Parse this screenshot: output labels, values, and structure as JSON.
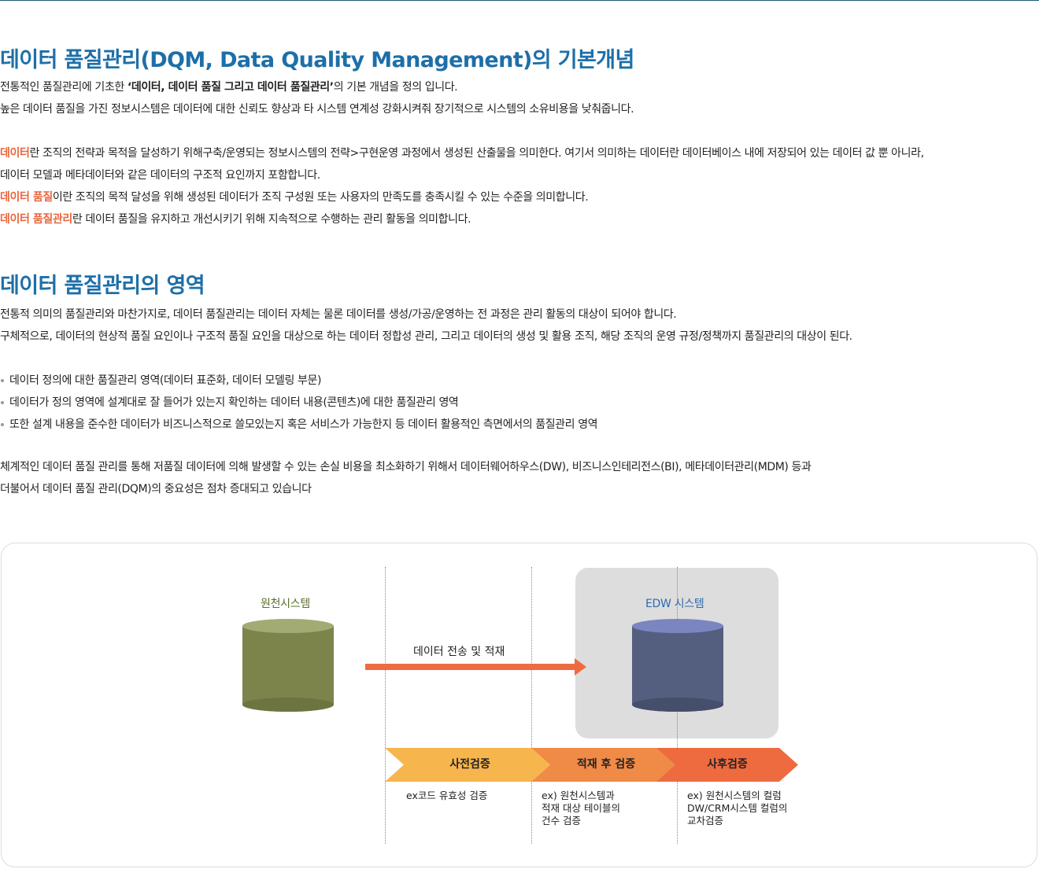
{
  "section1": {
    "title": "데이터 품질관리(DQM, Data Quality Management)의 기본개념",
    "intro_line1_pre": "전통적인 품질관리에 기초한 ",
    "intro_line1_bold": "‘데이터, 데이터 품질 그리고 데이터 품질관리’",
    "intro_line1_post": "의 기본 개념을 정의 입니다.",
    "intro_line2": "높은 데이터 품질을 가진 정보시스템은 데이터에 대한 신뢰도 향상과 타 시스템 연계성 강화시켜줘 장기적으로 시스템의 소유비용을 낮춰줍니다.",
    "def1_term": "데이터",
    "def1_text": "란 조직의 전략과 목적을 달성하기 위해구축/운영되는 정보시스템의 전략>구현운영 과정에서 생성된 산출물을 의미한다. 여기서 의미하는 데이터란 데이터베이스 내에 저장되어 있는 데이터 값 뿐 아니라,",
    "def1_text2": "데이터 모델과 메타데이터와 같은 데이터의 구조적 요인까지 포함합니다.",
    "def2_term": "데이터 품질",
    "def2_text": "이란 조직의 목적 달성을 위해 생성된 데이터가 조직 구성원 또는 사용자의 만족도를 충족시킬 수 있는 수준을 의미합니다.",
    "def3_term": "데이터 품질관리",
    "def3_text": "란 데이터 품질을 유지하고 개선시키기 위해 지속적으로 수행하는 관리 활동을 의미합니다."
  },
  "section2": {
    "title": "데이터 품질관리의 영역",
    "p1": "전통적 의미의 품질관리와 마찬가지로, 데이터 품질관리는 데이터 자체는 물론 데이터를 생성/가공/운영하는 전 과정은 관리 활동의 대상이 되어야 합니다.",
    "p2": "구체적으로, 데이터의 현상적 품질 요인이나 구조적 품질 요인을 대상으로 하는 데이터 정합성 관리, 그리고 데이터의 생성 및 활용 조직, 해당 조직의 운영 규정/정책까지 품질관리의 대상이 된다.",
    "bullets": [
      "데이터 정의에 대한 품질관리 영역(데이터 표준화, 데이터 모델링 부문)",
      "데이터가 정의 영역에 설계대로 잘 들어가 있는지 확인하는 데이터 내용(콘텐츠)에 대한 품질관리 영역",
      "또한 설계 내용을 준수한 데이터가 비즈니스적으로 쓸모있는지 혹은 서비스가 가능한지 등 데이터 활용적인 측면에서의 품질관리 영역"
    ],
    "closing1": "체계적인 데이터 품질 관리를 통해 저품질 데이터에 의해 발생할 수 있는 손실 비용을 최소화하기 위해서 데이터웨어하우스(DW), 비즈니스인테리전스(BI), 메타데이터관리(MDM) 등과",
    "closing2": "더불어서 데이터 품질 관리(DQM)의 중요성은 점차 증대되고 있습니다"
  },
  "diagram": {
    "source_label": "원천시스템",
    "edw_label": "EDW 시스템",
    "arrow_label": "데이터 전송 및 적재",
    "stages": [
      {
        "label": "사전검증",
        "note": [
          "ex코드 유효성 검증"
        ],
        "color": "#f7b54d"
      },
      {
        "label": "적재 후 검증",
        "note": [
          "ex) 원천시스템과",
          "적재 대상 테이블의",
          "건수 검증"
        ],
        "color": "#f08a47"
      },
      {
        "label": "사후검증",
        "note": [
          "ex) 원천시스템의 컬럼",
          "DW/CRM시스템 컬럼의",
          "교차검증"
        ],
        "color": "#ee6b40"
      }
    ],
    "colors": {
      "source_cyl": "#7c844b",
      "source_cyl_top": "#a3ab74",
      "edw_cyl": "#545e7e",
      "edw_cyl_top": "#7b86c1",
      "arrow": "#ee6b40"
    }
  }
}
